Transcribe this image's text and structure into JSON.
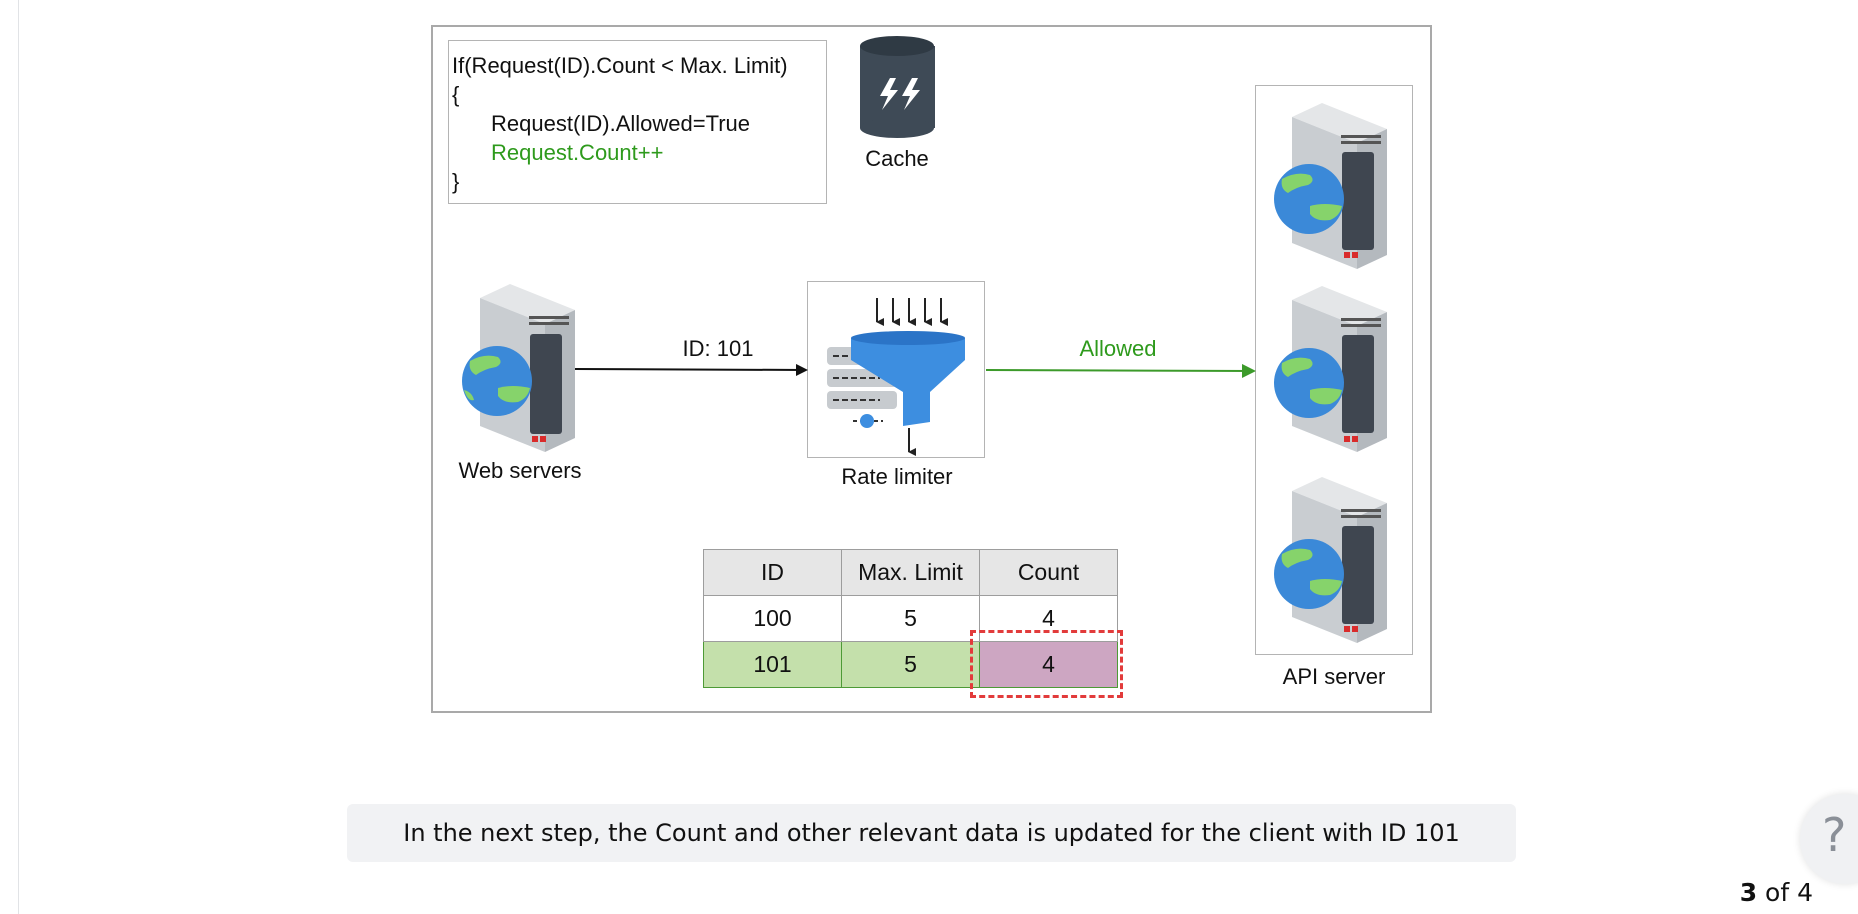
{
  "diagram": {
    "code": {
      "line1": "If(Request(ID).Count < Max. Limit)",
      "line2": "{",
      "line3": "Request(ID).Allowed=True",
      "line4": "Request.Count++",
      "line5": "}"
    },
    "cache_label": "Cache",
    "web_servers_label": "Web servers",
    "rate_limiter_label": "Rate limiter",
    "api_server_label": "API server",
    "arrow_id_label": "ID: 101",
    "arrow_allowed_label": "Allowed",
    "colors": {
      "allowed": "#2e9a1c",
      "highlight_row": "#c4e0ab",
      "highlight_count": "#cda6c2",
      "dashed": "#e23b3b"
    }
  },
  "table": {
    "headers": [
      "ID",
      "Max. Limit",
      "Count"
    ],
    "rows": [
      [
        "100",
        "5",
        "4"
      ],
      [
        "101",
        "5",
        "4"
      ]
    ]
  },
  "caption": "In the next step, the Count and other relevant data is updated for the client with ID 101",
  "pager": {
    "current": "3",
    "of_text": "of 4"
  },
  "help_label": "?"
}
